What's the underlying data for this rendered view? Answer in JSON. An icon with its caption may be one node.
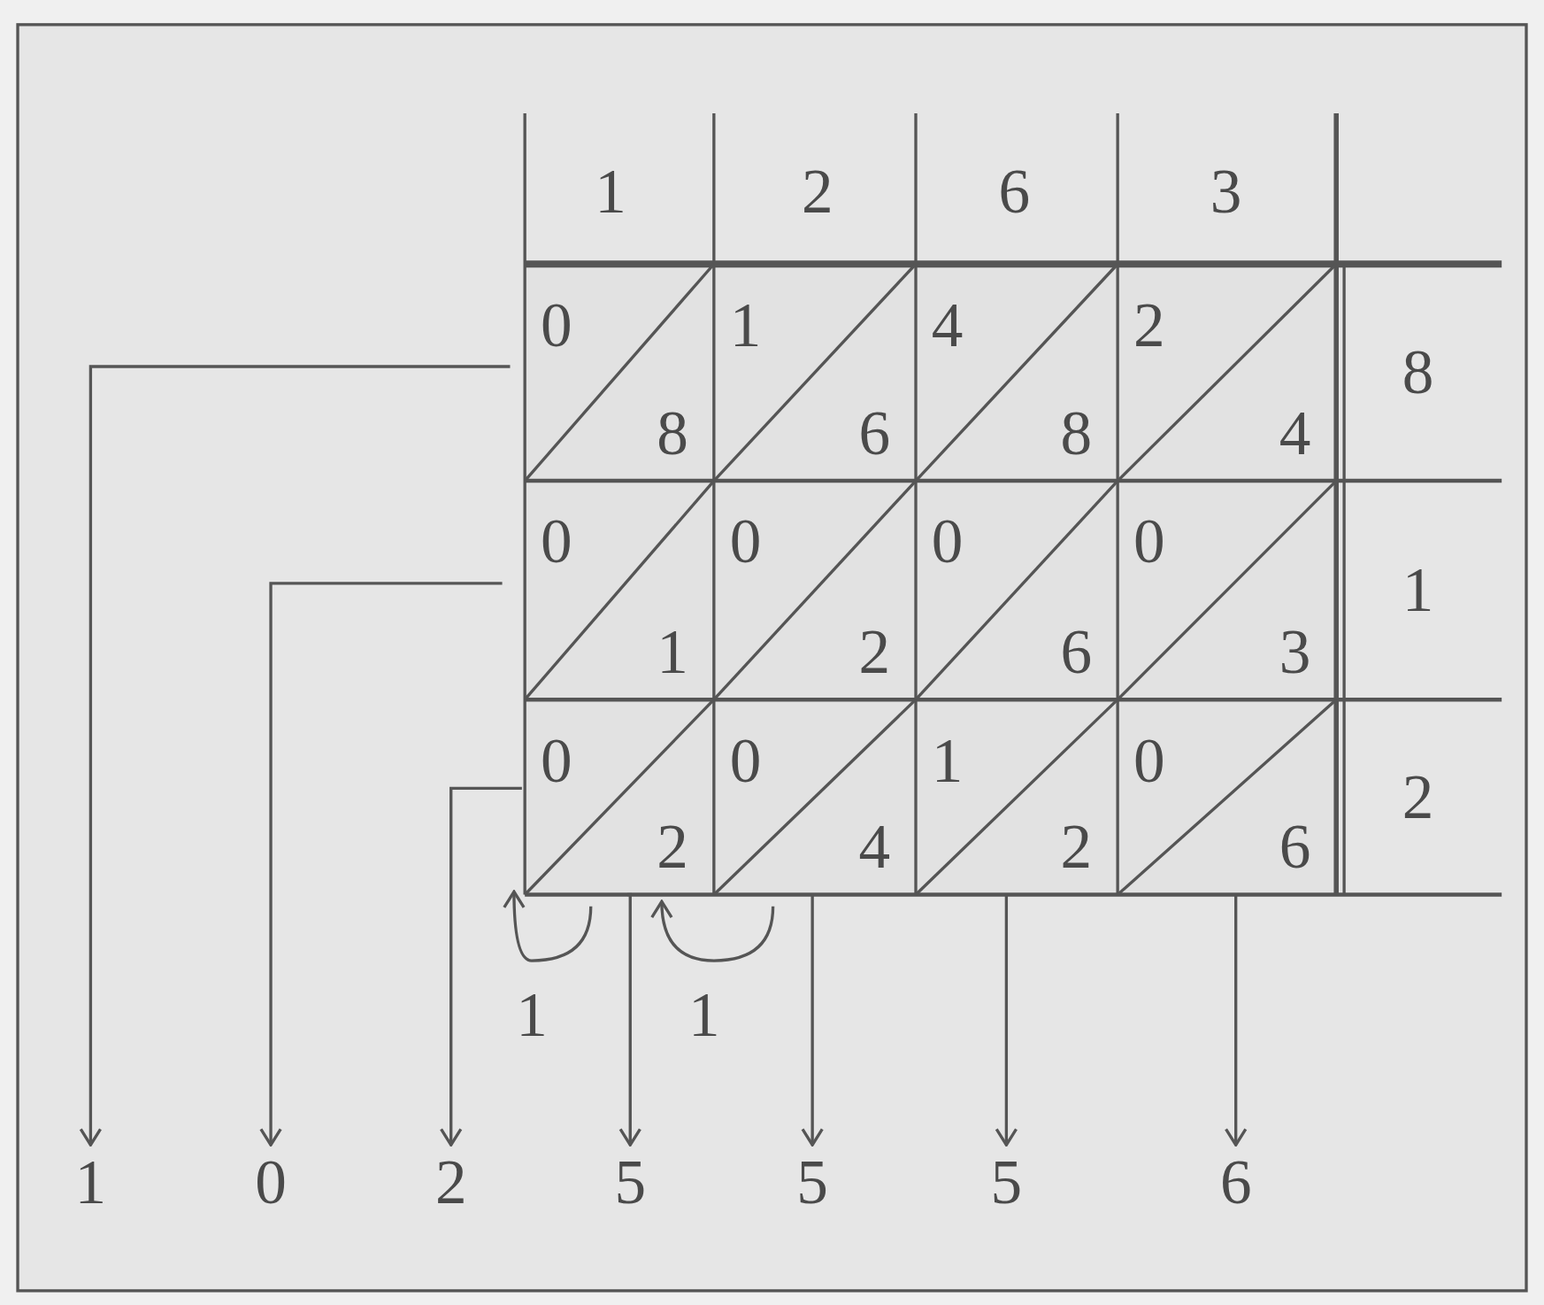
{
  "diagram": {
    "nodes": [
      {
        "text": [
          "1"
        ]
      },
      {
        "text": [
          "0"
        ]
      },
      {
        "text": [
          "2"
        ]
      },
      {
        "text": [
          "5"
        ]
      },
      {
        "text": [
          "5"
        ]
      },
      {
        "text": [
          "5"
        ]
      },
      {
        "text": [
          "6"
        ]
      }
    ],
    "edges": [
      {
        "from": null,
        "to": 0,
        "arrow": "to"
      },
      {
        "from": null,
        "to": 1,
        "arrow": "to"
      },
      {
        "from": null,
        "to": 2,
        "arrow": "to"
      },
      {
        "from": null,
        "to": 3,
        "arrow": "to"
      },
      {
        "from": null,
        "to": 4,
        "arrow": "to"
      },
      {
        "from": null,
        "to": 5,
        "arrow": "to"
      },
      {
        "from": null,
        "to": 6,
        "arrow": "to"
      }
    ],
    "labels": [
      "1",
      "2",
      "6",
      "3",
      "0",
      "8",
      "1",
      "6",
      "4",
      "8",
      "2",
      "4",
      "8",
      "0",
      "1",
      "0",
      "2",
      "0",
      "6",
      "0",
      "3",
      "1",
      "0",
      "2",
      "0",
      "4",
      "1",
      "2",
      "0",
      "6",
      "2",
      "1",
      "1"
    ]
  }
}
